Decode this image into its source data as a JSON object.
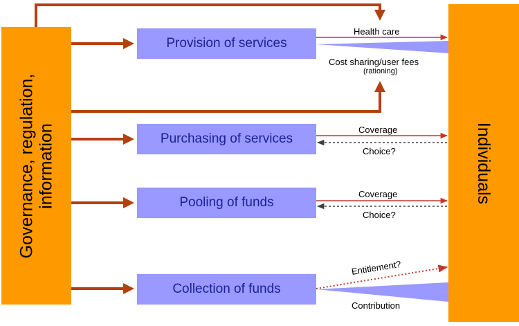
{
  "left_actor": {
    "lines": [
      "Governance, regulation,",
      "information"
    ]
  },
  "right_actor": {
    "label": "Individuals"
  },
  "functions": {
    "provision": "Provision of services",
    "purchasing": "Purchasing of services",
    "pooling": "Pooling of funds",
    "collection": "Collection of funds"
  },
  "flows": {
    "health_care": "Health care",
    "cost_sharing": "Cost sharing/user fees",
    "rationing": "(rationing)",
    "purchasing_coverage": "Coverage",
    "purchasing_choice": "Choice?",
    "pooling_coverage": "Coverage",
    "pooling_choice": "Choice?",
    "entitlement": "Entitlement?",
    "contribution": "Contribution"
  },
  "colors": {
    "actor_fill": "#ff9900",
    "function_fill": "#9999ff",
    "function_text": "#1f1f99",
    "arrow": "#b5400f",
    "solid_flow": "#c0392b",
    "dashed_flow": "#404040"
  }
}
